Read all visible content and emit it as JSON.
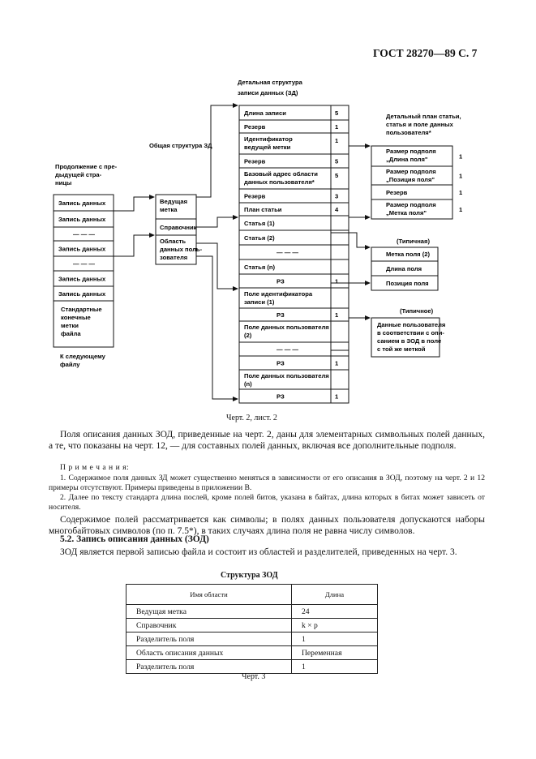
{
  "header": "ГОСТ 28270—89 С. 7",
  "diagram": {
    "detailed_title": [
      "Детальная структура",
      "записи данных (ЗД)"
    ],
    "general_title": "Общая структура ЗД",
    "continuation": [
      "Продолжение с пре-",
      "дыдущей стра-",
      "ницы"
    ],
    "left_column": [
      "Запись данных",
      "Запись данных",
      "— — —",
      "Запись данных",
      "— — —",
      "Запись данных",
      "Запись данных"
    ],
    "left_footer": [
      "Стандартные",
      "конечные",
      "метки",
      "файла"
    ],
    "next_page": [
      "К следующему",
      "файлу"
    ],
    "middle": [
      "Ведущая",
      "метка",
      "Справочник",
      "Область",
      "данных поль-",
      "зователя"
    ],
    "detail_rows": [
      {
        "label": "Длина записи",
        "val": "5"
      },
      {
        "label": "Резерв",
        "val": "1"
      },
      {
        "label": "Идентификатор",
        "label2": "ведущей метки",
        "val": "1"
      },
      {
        "label": "Резерв",
        "val": "5"
      },
      {
        "label": "Базовый адрес области",
        "label2": "данных пользователя*",
        "val": "5"
      },
      {
        "label": "Резерв",
        "val": "3"
      },
      {
        "label": "План статьи",
        "val": "4"
      },
      {
        "label": "Статья  (1)",
        "val": ""
      },
      {
        "label": "Статья  (2)",
        "val": ""
      },
      {
        "label": "— — —",
        "val": ""
      },
      {
        "label": "Статья  (n)",
        "val": ""
      },
      {
        "label": "РЗ",
        "val": "1"
      },
      {
        "label": "Поле идентификатора",
        "label2": "записи  (1)",
        "val": ""
      },
      {
        "label": "РЗ",
        "val": "1"
      },
      {
        "label": "Поле данных пользователя",
        "label2": "(2)",
        "val": ""
      },
      {
        "label": "— — —",
        "val": ""
      },
      {
        "label": "РЗ",
        "val": "1"
      },
      {
        "label": "Поле данных пользователя",
        "label2": "(n)",
        "val": ""
      },
      {
        "label": "РЗ",
        "val": "1"
      }
    ],
    "plan_title": [
      "Детальный план статьи,",
      "статья и поле данных",
      "пользователя*"
    ],
    "plan_rows": [
      {
        "label": "Размер подполя",
        "label2": "„Длина поля\"",
        "val": "1"
      },
      {
        "label": "Размер подполя",
        "label2": "„Позиция поля\"",
        "val": "1"
      },
      {
        "label": "Резерв",
        "val": "1"
      },
      {
        "label": "Размер подполя",
        "label2": "„Метка поля\"",
        "val": "1"
      }
    ],
    "typical1": "(Типичная)",
    "entry_rows": [
      "Метка поля  (2)",
      "Длина поля",
      "Позиция поля"
    ],
    "typical2": "(Типичное)",
    "user_data": [
      "Данные пользователя",
      "в соответствии с опи-",
      "санием в ЗОД в поле",
      "с той же меткой"
    ]
  },
  "caption1": "Черт. 2,  лист. 2",
  "para1": "Поля описания данных ЗОД, приведенные на черт. 2, даны для элементарных символьных полей данных, а те, что показаны на черт. 12, — для составных полей данных, включая все дополнительные подполя.",
  "notes_title": "П р и м е ч а н и я:",
  "note1": "1. Содержимое поля данных ЗД может существенно меняться в зависимости от его описания в ЗОД, поэтому на черт. 2 и 12 примеры отсутствуют. Примеры  приведены в приложении В.",
  "note2": "2. Далее по тексту стандарта длина послей, кроме полей битов, указана в байтах, длина которых в битах может зависеть от носителя.",
  "para2": "Содержимое полей рассматривается как символы; в полях данных пользователя допускаются наборы многобайтовых символов (по п. 7.5*), в таких случаях длина поля не равна числу символов.",
  "section_title": "5.2.  Запись описания данных (ЗОД)",
  "para3": "ЗОД является первой записью файла и состоит из областей и разделителей, приведенных на черт. 3.",
  "table_title": "Структура ЗОД",
  "table": {
    "headers": [
      "Имя области",
      "Длина"
    ],
    "rows": [
      [
        "Ведущая метка",
        "24"
      ],
      [
        "Справочник",
        "k × p"
      ],
      [
        "Разделитель поля",
        "1"
      ],
      [
        "Область описания данных",
        "Переменная"
      ],
      [
        "Разделитель поля",
        "1"
      ]
    ]
  },
  "caption2": "Черт. 3"
}
